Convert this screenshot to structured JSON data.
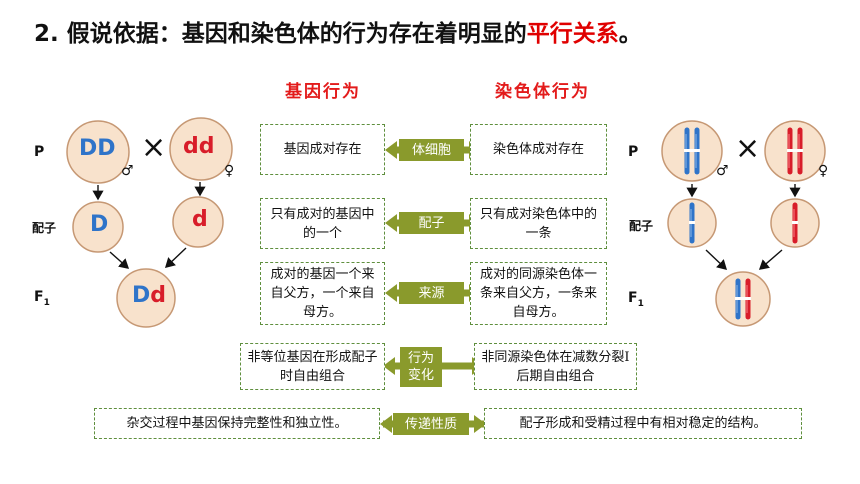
{
  "title": {
    "prefix": "2. 假说依据：基因和染色体的行为存在着明显的",
    "highlight": "平行关系",
    "suffix": "。"
  },
  "headers": {
    "gene": "基因行为",
    "chromosome": "染色体行为"
  },
  "rows": [
    {
      "gene": "基因成对存在",
      "label": "体细胞",
      "chrom": "染色体成对存在"
    },
    {
      "gene": "只有成对的基因中的一个",
      "label": "配子",
      "chrom": "只有成对染色体中的一条"
    },
    {
      "gene": "成对的基因一个来自父方，一个来自母方。",
      "label": "来源",
      "chrom": "成对的同源染色体一条来自父方，一条来自母方。"
    },
    {
      "gene": "非等位基因在形成配子时自由组合",
      "label": "行为变化",
      "chrom": "非同源染色体在减数分裂Ⅰ后期自由组合"
    },
    {
      "gene": "杂交过程中基因保持完整性和独立性。",
      "label": "传递性质",
      "chrom": "配子形成和受精过程中有相对稳定的结构。"
    }
  ],
  "left_diagram": {
    "p_label": "P",
    "gamete_label": "配子",
    "f1_label": "F",
    "f1_sub": "1",
    "parent1": "DD",
    "parent2": "dd",
    "cross": "×",
    "male": "♂",
    "female": "♀",
    "gamete1": "D",
    "gamete2": "d",
    "offspring_left": "D",
    "offspring_right": "d"
  },
  "right_diagram": {
    "p_label": "P",
    "gamete_label": "配子",
    "f1_label": "F",
    "f1_sub": "1",
    "cross": "×",
    "male": "♂",
    "female": "♀"
  },
  "colors": {
    "cell_fill": "#f8e2cc",
    "cell_stroke": "#c69874",
    "blue": "#2f74c9",
    "red": "#d81d2a",
    "tag": "#8a9a2c",
    "dash": "#5f8f3e"
  }
}
